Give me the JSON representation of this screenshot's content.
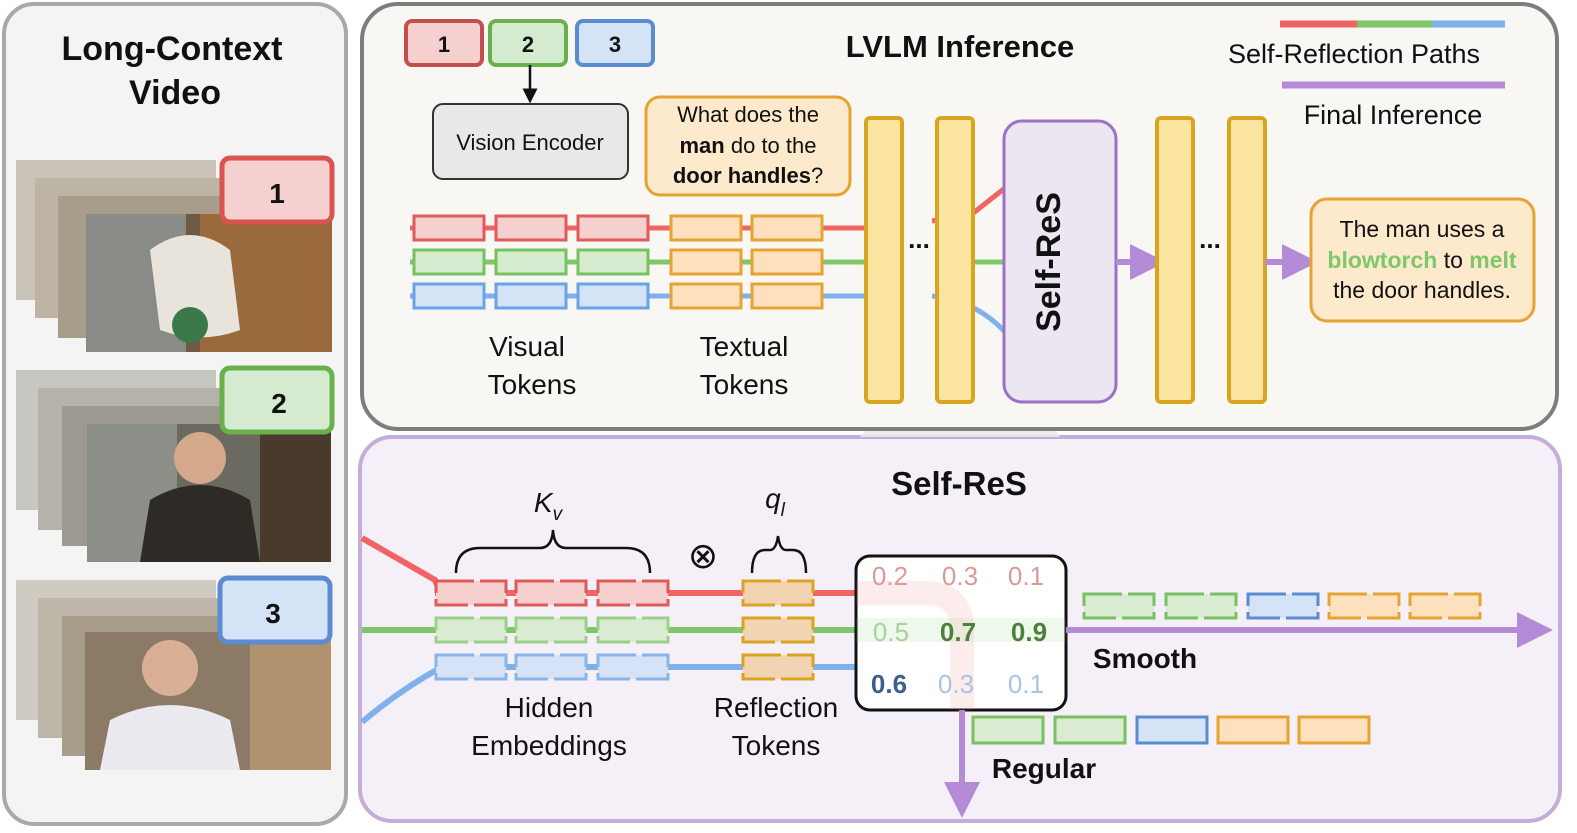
{
  "left_panel": {
    "title_line1": "Long-Context",
    "title_line2": "Video",
    "clips": [
      {
        "label": "1",
        "color": "#d9534f",
        "fill": "#f6cfcf"
      },
      {
        "label": "2",
        "color": "#6ab04c",
        "fill": "#d4ebcf"
      },
      {
        "label": "3",
        "color": "#5b8bd0",
        "fill": "#d4e3f6"
      }
    ]
  },
  "inference": {
    "title": "LVLM Inference",
    "clip_tags": [
      "1",
      "2",
      "3"
    ],
    "vision_encoder": "Vision Encoder",
    "question": {
      "line1": "What does the",
      "line2_bold": "man",
      "line2_rest": " do to the",
      "line3_bold": "door handles",
      "line3_rest": "?"
    },
    "visual_tokens_line1": "Visual",
    "visual_tokens_line2": "Tokens",
    "textual_tokens_line1": "Textual",
    "textual_tokens_line2": "Tokens",
    "ellipsis": "...",
    "selfres_block": "Self-ReS",
    "answer": {
      "line1": "The man uses a",
      "line2_a": "blowtorch",
      "line2_b": " to ",
      "line2_c": "melt",
      "line3": "the door handles."
    }
  },
  "legend": {
    "paths_label": "Self-Reflection Paths",
    "final_label": "Final Inference",
    "path_colors": [
      "#f06464",
      "#7ec86a",
      "#7fb2ec"
    ],
    "final_color": "#b38bd6"
  },
  "selfres": {
    "title": "Self-ReS",
    "kv_label": "K",
    "kv_sub": "v",
    "ql_label": "q",
    "ql_sub": "l",
    "otimes": "⊗",
    "hidden_line1": "Hidden",
    "hidden_line2": "Embeddings",
    "reflection_line1": "Reflection",
    "reflection_line2": "Tokens",
    "matrix": [
      [
        "0.2",
        "0.3",
        "0.1"
      ],
      [
        "0.5",
        "0.7",
        "0.9"
      ],
      [
        "0.6",
        "0.3",
        "0.1"
      ]
    ],
    "smooth_label": "Smooth",
    "regular_label": "Regular"
  },
  "colors": {
    "red": "#f06464",
    "green": "#7ec86a",
    "blue": "#7fb2ec",
    "purple": "#b38bd6",
    "gold": "#d9a520",
    "gold_fill": "#fbe3a0"
  }
}
